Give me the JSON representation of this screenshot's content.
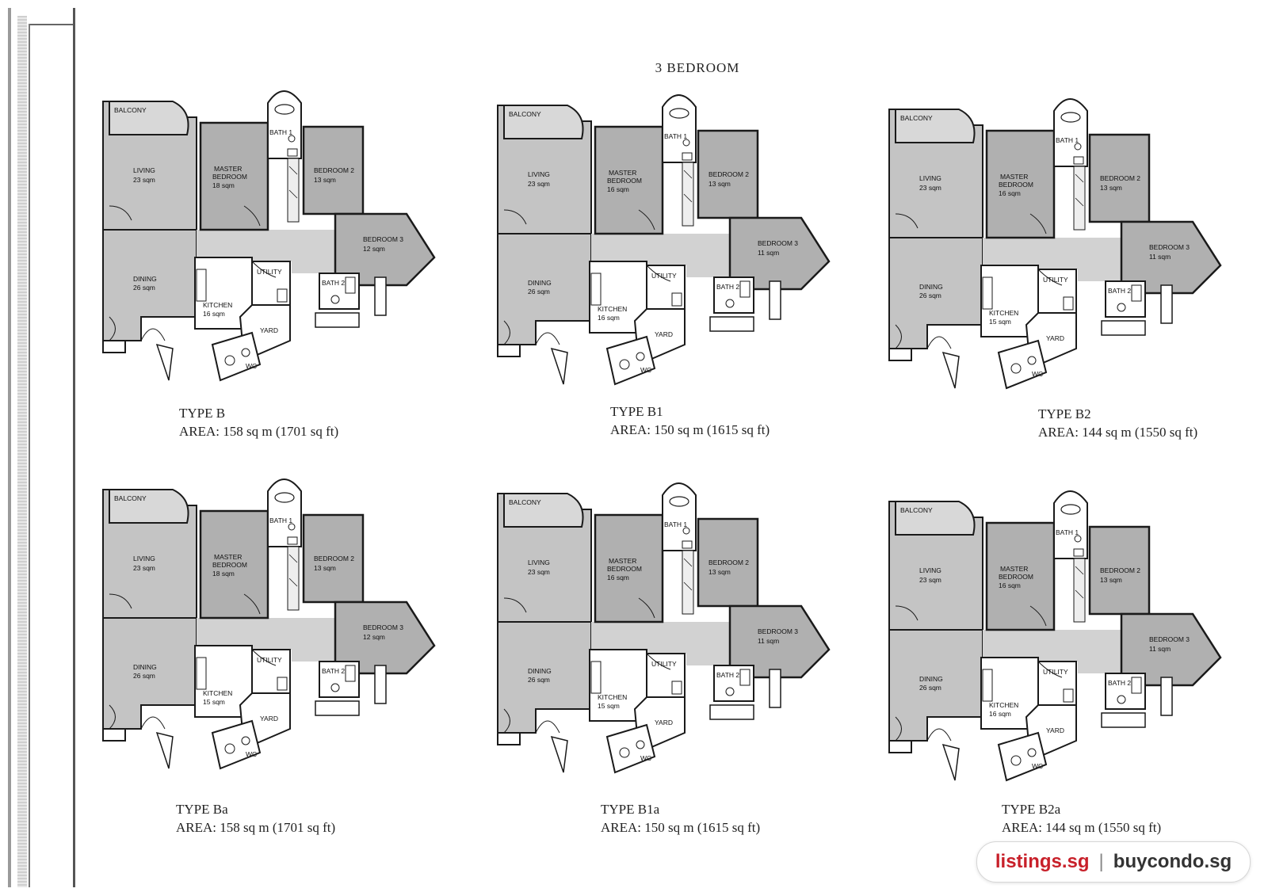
{
  "page_title": "3 BEDROOM",
  "room_labels": {
    "balcony": "BALCONY",
    "living": "LIVING",
    "master_bedroom_1": "MASTER",
    "master_bedroom_2": "BEDROOM",
    "bath1": "BATH 1",
    "bedroom2": "BEDROOM 2",
    "bedroom3": "BEDROOM 3",
    "dining": "DINING",
    "utility": "UTILITY",
    "kitchen": "KITCHEN",
    "bath2": "BATH 2",
    "yard": "YARD",
    "wc": "WC"
  },
  "units": [
    {
      "type": "TYPE B",
      "area": "AREA: 158 sq m  (1701 sq ft)",
      "living": "23 sqm",
      "master": "18 sqm",
      "bedroom2": "13 sqm",
      "bedroom3": "12 sqm",
      "dining": "26 sqm",
      "kitchen": "16 sqm"
    },
    {
      "type": "TYPE B1",
      "area": "AREA: 150 sq m  (1615 sq ft)",
      "living": "23 sqm",
      "master": "16 sqm",
      "bedroom2": "13 sqm",
      "bedroom3": "11 sqm",
      "dining": "26 sqm",
      "kitchen": "16 sqm"
    },
    {
      "type": "TYPE B2",
      "area": "AREA: 144 sq m  (1550 sq ft)",
      "living": "23 sqm",
      "master": "16 sqm",
      "bedroom2": "13 sqm",
      "bedroom3": "11 sqm",
      "dining": "26 sqm",
      "kitchen": "15 sqm"
    },
    {
      "type": "TYPE  Ba",
      "area": "AREA: 158 sq m  (1701 sq ft)",
      "living": "23 sqm",
      "master": "18 sqm",
      "bedroom2": "13 sqm",
      "bedroom3": "12 sqm",
      "dining": "26 sqm",
      "kitchen": "15 sqm"
    },
    {
      "type": "TYPE  B1a",
      "area": "AREA: 150 sq m  (1615 sq ft)",
      "living": "23 sqm",
      "master": "16 sqm",
      "bedroom2": "13 sqm",
      "bedroom3": "11 sqm",
      "dining": "26 sqm",
      "kitchen": "15 sqm"
    },
    {
      "type": "TYPE B2a",
      "area": "AREA: 144 sq m  (1550 sq ft)",
      "living": "23 sqm",
      "master": "16 sqm",
      "bedroom2": "13 sqm",
      "bedroom3": "11 sqm",
      "dining": "26 sqm",
      "kitchen": "16 sqm"
    }
  ],
  "watermark": {
    "left": "listings.sg",
    "separator": "|",
    "right": "buycondo.sg"
  },
  "colors": {
    "room_fill": "#b3b3b3",
    "circulation_fill": "#d2d2d2",
    "wall": "#1a1a1a",
    "brand_red": "#c8202a"
  }
}
